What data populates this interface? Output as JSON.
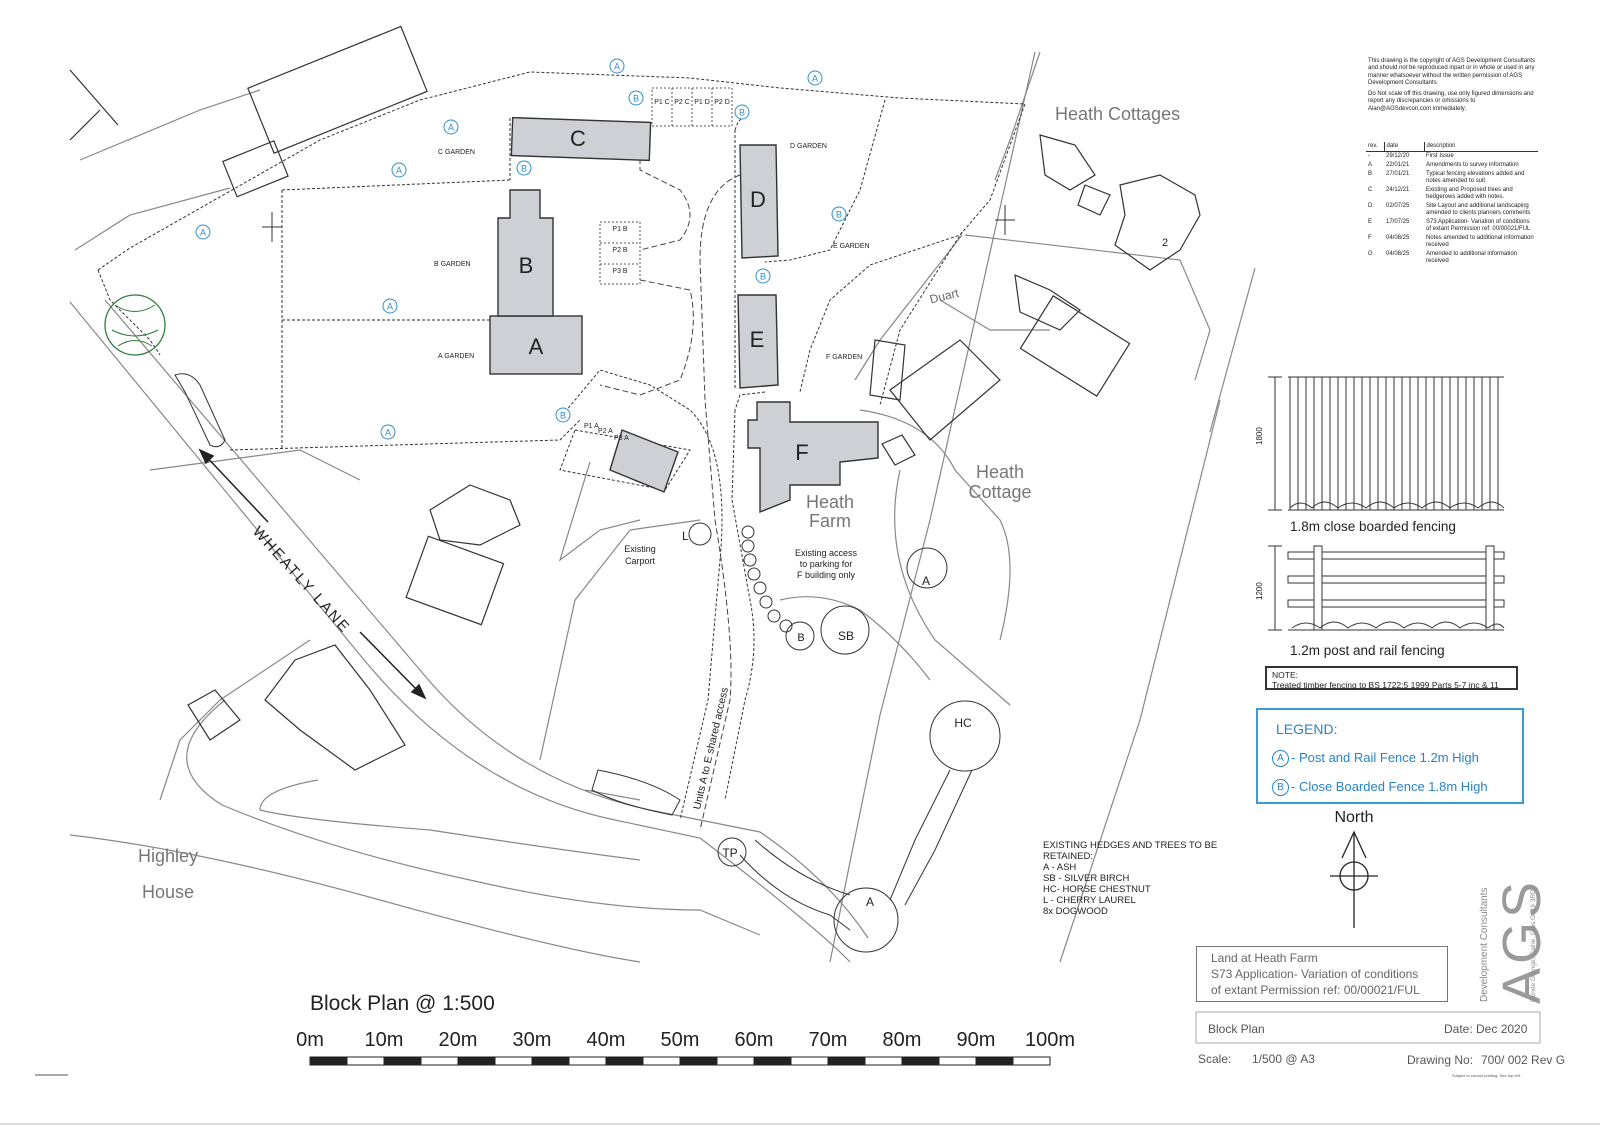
{
  "sheet_title": "Block Plan @ 1:500",
  "scale_bar": {
    "labels": [
      "0m",
      "10m",
      "20m",
      "30m",
      "40m",
      "50m",
      "60m",
      "70m",
      "80m",
      "90m",
      "100m"
    ]
  },
  "buildings": [
    "A",
    "B",
    "C",
    "D",
    "E",
    "F"
  ],
  "gardens": [
    "A GARDEN",
    "B GARDEN",
    "C GARDEN",
    "D GARDEN",
    "E GARDEN",
    "F GARDEN"
  ],
  "parking": {
    "bays_b": [
      "P1 B",
      "P2 B",
      "P3 B"
    ],
    "bays_cd": [
      "P1 C",
      "P2 C",
      "P1 D",
      "P2 D"
    ],
    "bays_a": [
      "P1 A",
      "P2 A",
      "P3 A"
    ]
  },
  "place_labels": {
    "heath_cottages": "Heath Cottages",
    "heath_cottage": [
      "Heath",
      "Cottage"
    ],
    "heath_farm": [
      "Heath",
      "Farm"
    ],
    "highley_house": [
      "Highley",
      "House"
    ],
    "duart": "Duart",
    "wheatly_lane": "WHEATLY LANE",
    "cottage_number": "2"
  },
  "annotations": {
    "existing_carport": [
      "Existing",
      "Carport"
    ],
    "existing_access": [
      "Existing access",
      "to parking for",
      "F building only"
    ],
    "shared_access": "Units A to E shared access"
  },
  "tree_labels": [
    "L",
    "A",
    "SB",
    "B",
    "HC",
    "TP",
    "A"
  ],
  "fence_markers": {
    "post_rail": "A",
    "close_boarded": "B"
  },
  "retained_list": {
    "heading": [
      "EXISTING HEDGES AND TREES TO BE",
      "RETAINED:"
    ],
    "items": [
      "A - ASH",
      "SB - SILVER BIRCH",
      "HC- HORSE CHESTNUT",
      "L - CHERRY LAUREL",
      "8x DOGWOOD"
    ]
  },
  "copyright_notice": [
    "This drawing is the copyright of AGS Development Consultants and should not be reproduced inpart or in whole or used in any manner whatsoever without the written permission of AGS Development Consultants",
    "Do Not scale off this drawing, use only figured dimensions and report any discrepancies or omissions to Alan@AGSdevcon.com immediately."
  ],
  "revisions": {
    "headers": [
      "rev.",
      "date",
      "description"
    ],
    "rows": [
      {
        "rev": "-",
        "date": "29/12/20",
        "desc": "First Issue"
      },
      {
        "rev": "A",
        "date": "22/01/21",
        "desc": "Amendments to survey information"
      },
      {
        "rev": "B",
        "date": "27/01/21",
        "desc": "Typical fencing elevations added and notes amended to suit"
      },
      {
        "rev": "C",
        "date": "24/12/21",
        "desc": "Existing and Proposed trees and hedgerows added with notes."
      },
      {
        "rev": "D",
        "date": "02/07/25",
        "desc": "Site Layout and additional landscaping amended to clients planners comments"
      },
      {
        "rev": "E",
        "date": "17/07/25",
        "desc": "S73 Application- Variation of conditions of extant Permission ref: 00/00021/FUL"
      },
      {
        "rev": "F",
        "date": "04/08/25",
        "desc": "Notes amended to additional information received"
      },
      {
        "rev": "G",
        "date": "04/08/25",
        "desc": "Amended to additional information received"
      }
    ]
  },
  "fence_details": {
    "close_boarded": {
      "height_label": "1800",
      "caption": "1.8m close boarded fencing"
    },
    "post_rail": {
      "height_label": "1200",
      "caption": "1.2m post and rail fencing"
    }
  },
  "note": {
    "heading": "NOTE:",
    "text": "Treated timber fencing to BS 1722:5 1999 Parts 5-7 inc & 11"
  },
  "legend": {
    "title": "LEGEND:",
    "items": [
      {
        "marker": "A",
        "label": "- Post and Rail Fence 1.2m High"
      },
      {
        "marker": "B",
        "label": "- Close Boarded Fence 1.8m High"
      }
    ]
  },
  "north_label": "North",
  "title_block": {
    "project": [
      "Land at Heath Farm",
      "S73 Application- Variation of conditions",
      "of extant Permission ref: 00/00021/FUL"
    ],
    "drawing_title": "Block Plan",
    "date": "Date: Dec 2020",
    "scale_label": "Scale:",
    "scale": "1/500 @ A3",
    "drawing_no_label": "Drawing No:",
    "drawing_no": "700/ 002 Rev G",
    "footnote": "Subject to correct printing. See top left."
  },
  "logo": {
    "letters": "AGS",
    "name": "Development Consultants",
    "address": "Dunde Grange, Calne, Glos GL19 3RD"
  },
  "colors": {
    "line": "#333333",
    "road": "#888888",
    "building_fill": "#cfcfd6",
    "fence_blue": "#2f8fd1",
    "tree_green": "#2e7d3a",
    "heading_grey": "#777777"
  }
}
